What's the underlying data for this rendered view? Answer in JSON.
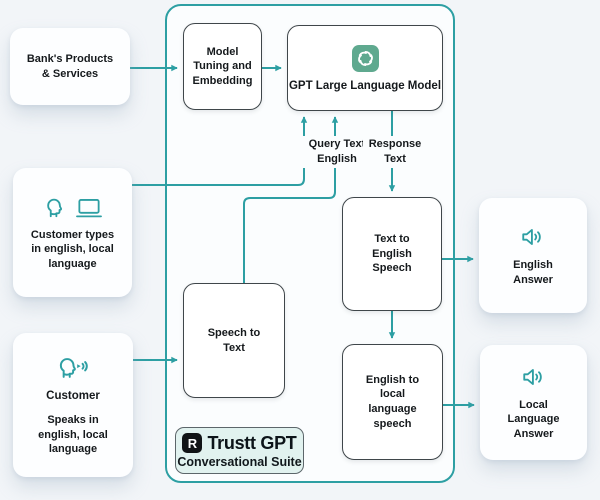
{
  "colors": {
    "accent_teal": "#2d9fa3",
    "node_border": "#3f464a",
    "openai_green": "#5fa98f",
    "badge_bg": "#e1f2ef",
    "page_bg": "#f2f5f8",
    "container_bg": "#fbfdfe"
  },
  "nodes": {
    "bank": {
      "lines": [
        "Bank's Products",
        "& Services"
      ]
    },
    "model_tuning": {
      "lines": [
        "Model",
        "Tuning and",
        "Embedding"
      ]
    },
    "gpt": {
      "label": "GPT Large Language Model",
      "icon": "openai-logo"
    },
    "text_to_english_speech": {
      "lines": [
        "Text to",
        "English",
        "Speech"
      ]
    },
    "english_to_local": {
      "lines": [
        "English to",
        "local",
        "language",
        "speech"
      ]
    },
    "speech_to_text": {
      "lines": [
        "Speech to",
        "Text"
      ]
    },
    "customer_types": {
      "lines": [
        "Customer types",
        "in english, local",
        "language"
      ],
      "icons": [
        "person-head-icon",
        "laptop-icon"
      ]
    },
    "customer": {
      "title": "Customer",
      "lines": [
        "Speaks in",
        "english, local",
        "language"
      ],
      "icons": [
        "person-speaking-icon"
      ]
    },
    "english_answer": {
      "lines": [
        "English",
        "Answer"
      ],
      "icons": [
        "speaker-icon"
      ]
    },
    "local_answer": {
      "lines": [
        "Local",
        "Language",
        "Answer"
      ],
      "icons": [
        "speaker-icon"
      ]
    }
  },
  "edge_labels": {
    "query": {
      "lines": [
        "Query Text",
        "English"
      ]
    },
    "response": {
      "lines": [
        "Response",
        "Text"
      ]
    }
  },
  "badge": {
    "logo_letter": "R",
    "title": "Trustt GPT",
    "subtitle": "Conversational Suite"
  }
}
